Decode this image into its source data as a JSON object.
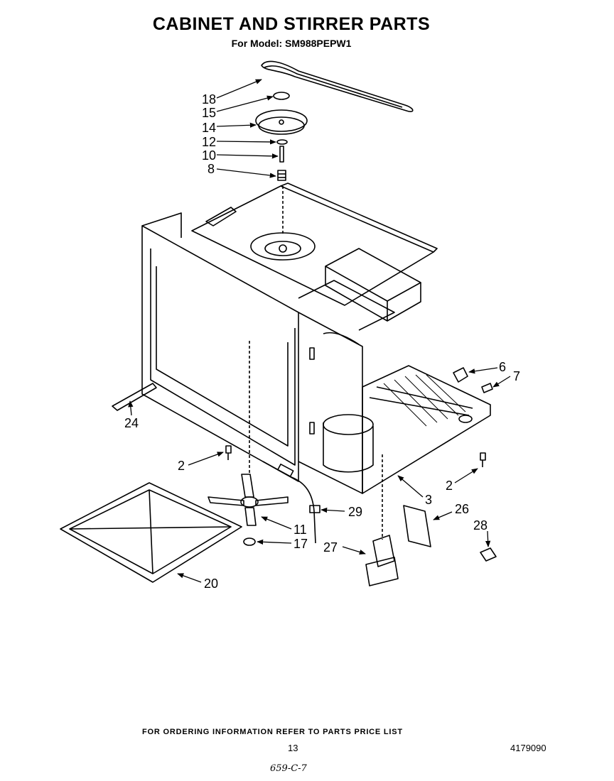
{
  "header": {
    "title": "CABINET AND STIRRER PARTS",
    "model_line": "For Model: SM988PEPW1"
  },
  "callouts": [
    {
      "id": "18",
      "label": "18"
    },
    {
      "id": "15",
      "label": "15"
    },
    {
      "id": "14",
      "label": "14"
    },
    {
      "id": "12",
      "label": "12"
    },
    {
      "id": "10",
      "label": "10"
    },
    {
      "id": "8",
      "label": "8"
    },
    {
      "id": "6",
      "label": "6"
    },
    {
      "id": "7",
      "label": "7"
    },
    {
      "id": "24",
      "label": "24"
    },
    {
      "id": "2a",
      "label": "2"
    },
    {
      "id": "2b",
      "label": "2"
    },
    {
      "id": "3",
      "label": "3"
    },
    {
      "id": "29",
      "label": "29"
    },
    {
      "id": "26",
      "label": "26"
    },
    {
      "id": "28",
      "label": "28"
    },
    {
      "id": "11",
      "label": "11"
    },
    {
      "id": "17",
      "label": "17"
    },
    {
      "id": "27",
      "label": "27"
    },
    {
      "id": "20",
      "label": "20"
    }
  ],
  "footer": {
    "ordering_note": "FOR ORDERING INFORMATION REFER TO PARTS PRICE LIST",
    "page_number": "13",
    "document_number": "4179090",
    "handwritten_note": "659-C-7"
  }
}
